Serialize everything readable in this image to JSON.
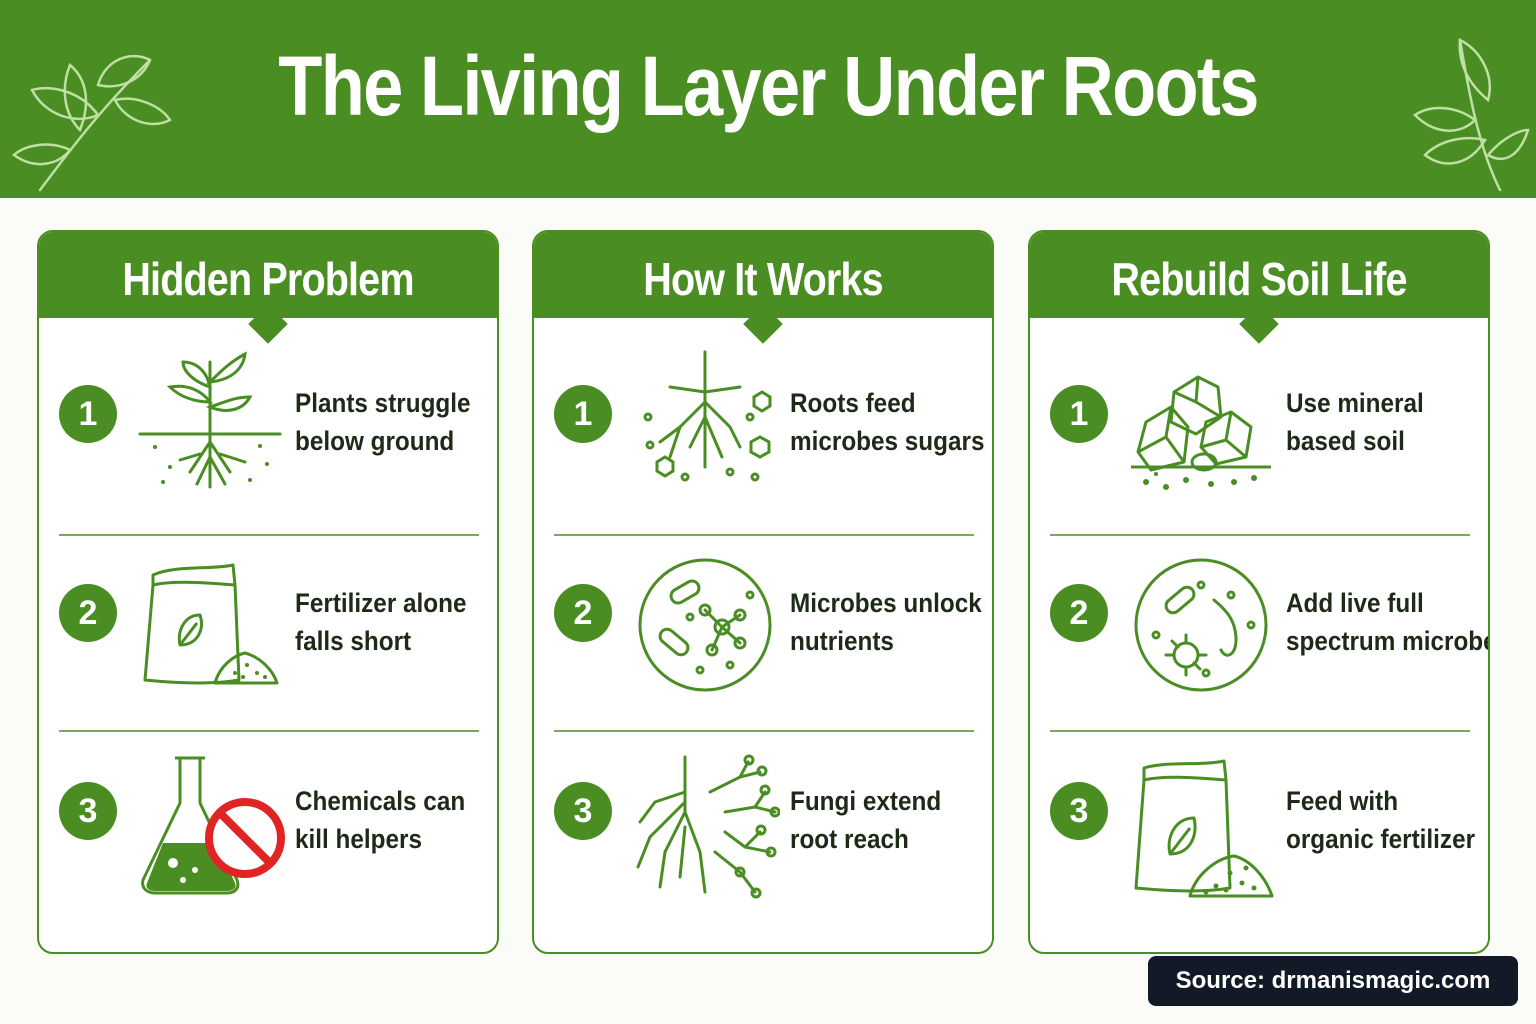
{
  "title": "The Living Layer Under Roots",
  "colors": {
    "primary": "#4a8d22",
    "background": "#fbfcf7",
    "text": "#1e2a18",
    "warning": "#e02424",
    "source_bg": "#111a26"
  },
  "cards": [
    {
      "heading": "Hidden Problem",
      "items": [
        {
          "number": "1",
          "line1": "Plants struggle",
          "line2": "below ground",
          "icon": "sprout-roots-icon"
        },
        {
          "number": "2",
          "line1": "Fertilizer alone",
          "line2": "falls short",
          "icon": "fertilizer-bag-icon"
        },
        {
          "number": "3",
          "line1": "Chemicals can",
          "line2": "kill helpers",
          "icon": "flask-prohibited-icon"
        }
      ]
    },
    {
      "heading": "How It Works",
      "items": [
        {
          "number": "1",
          "line1": "Roots feed",
          "line2": "microbes sugars",
          "icon": "roots-sugars-icon"
        },
        {
          "number": "2",
          "line1": "Microbes unlock",
          "line2": "nutrients",
          "icon": "microbes-petri-icon"
        },
        {
          "number": "3",
          "line1": "Fungi extend",
          "line2": "root reach",
          "icon": "fungi-network-icon"
        }
      ]
    },
    {
      "heading": "Rebuild Soil Life",
      "items": [
        {
          "number": "1",
          "line1": "Use mineral",
          "line2": "based soil",
          "icon": "mineral-rocks-icon"
        },
        {
          "number": "2",
          "line1": "Add live full",
          "line2": "spectrum microbes",
          "icon": "microbes-petri-icon"
        },
        {
          "number": "3",
          "line1": "Feed with",
          "line2": "organic fertilizer",
          "icon": "fertilizer-bag-icon"
        }
      ]
    }
  ],
  "source": "Source: drmanismagic.com"
}
